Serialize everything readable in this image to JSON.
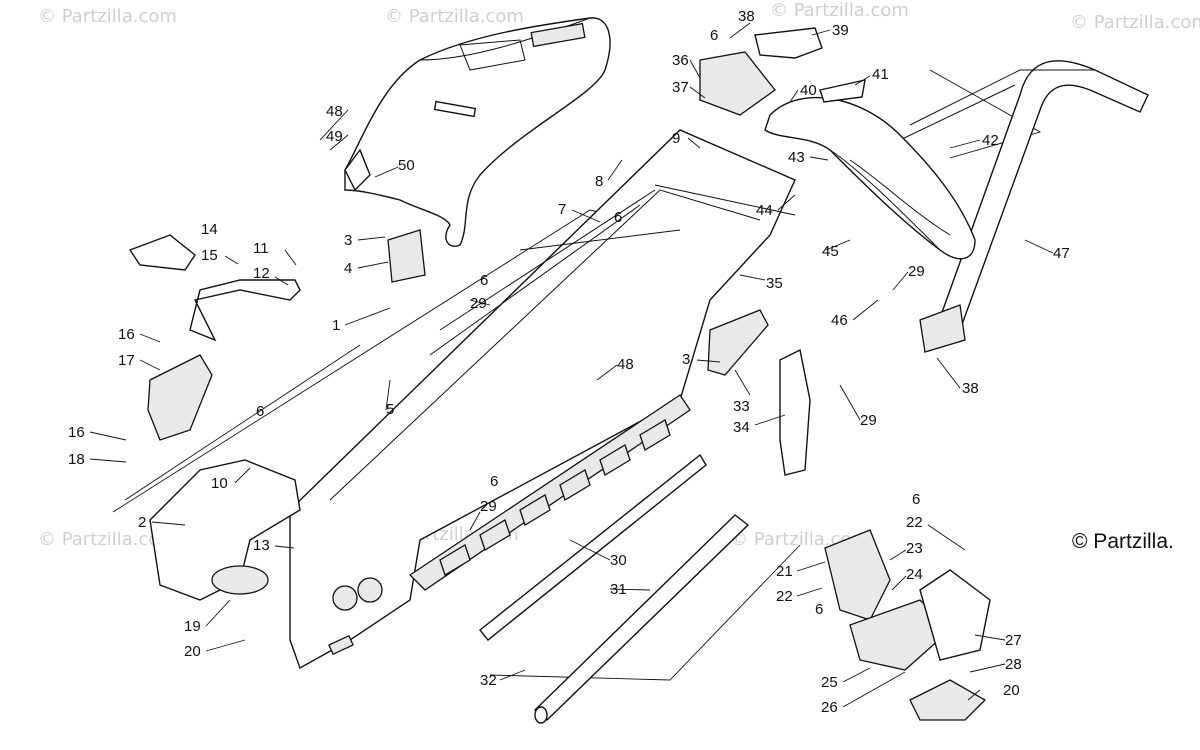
{
  "watermark": "© Partzilla.com",
  "copyright": "© Partzilla.",
  "callouts": [
    "1",
    "2",
    "3",
    "4",
    "5",
    "6",
    "7",
    "8",
    "9",
    "10",
    "11",
    "12",
    "13",
    "14",
    "15",
    "16",
    "17",
    "18",
    "19",
    "20",
    "21",
    "22",
    "23",
    "24",
    "25",
    "26",
    "27",
    "28",
    "29",
    "30",
    "31",
    "32",
    "33",
    "34",
    "35",
    "36",
    "37",
    "38",
    "39",
    "40",
    "41",
    "42",
    "43",
    "44",
    "45",
    "46",
    "47",
    "48",
    "49",
    "50"
  ]
}
